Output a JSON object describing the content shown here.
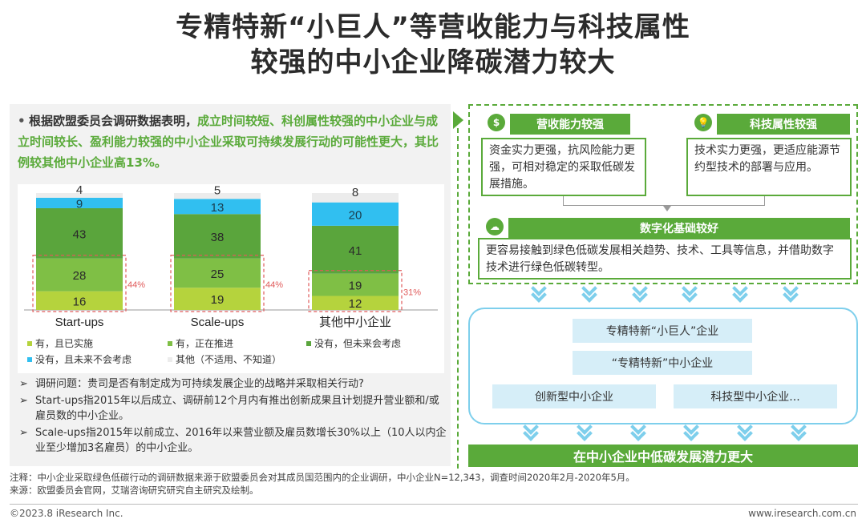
{
  "title": {
    "line1": "专精特新“小巨人”等营收能力与科技属性",
    "line2": "较强的中小企业降碳潜力较大"
  },
  "intro": {
    "bullet": "•",
    "plain": "根据欧盟委员会调研数据表明，",
    "highlight": "成立时间较短、科创属性较强的中小企业与成立时间较长、盈利能力较强的中小企业采取可持续发展行动的可能性更大，其比例较其他中小企业高13%。"
  },
  "chart_data": {
    "type": "bar",
    "stacked": true,
    "categories": [
      "Start-ups",
      "Scale-ups",
      "其他中小企业"
    ],
    "series": [
      {
        "name": "有，且已实施",
        "values": [
          16,
          19,
          12
        ],
        "color": "#b5d33d"
      },
      {
        "name": "有，正在推进",
        "values": [
          28,
          25,
          19
        ],
        "color": "#7fbf45"
      },
      {
        "name": "没有，但未来会考虑",
        "values": [
          43,
          38,
          41
        ],
        "color": "#5aa53c"
      },
      {
        "name": "没有，且未来不会考虑",
        "values": [
          9,
          13,
          20
        ],
        "color": "#31bff0"
      },
      {
        "name": "其他（不适用、不知道）",
        "values": [
          4,
          5,
          8
        ],
        "color": "#ececec"
      }
    ],
    "annotations": [
      "44%",
      "44%",
      "31%"
    ],
    "annotation_color": "#e05a5a",
    "ylim": [
      0,
      100
    ],
    "grid": false,
    "legend_position": "bottom"
  },
  "notes": {
    "arrow": "➢",
    "items": [
      "调研问题：贵司是否有制定成为可持续发展企业的战略并采取相关行动?",
      "Start-ups指2015年以后成立、调研前12个月内有推出创新成果且计划提升营业额和/或雇员数的中小企业。",
      "Scale-ups指2015年以前成立、2016年以来营业额及雇员数增长30%以上（10人以内企业至少增加3名雇员）的中小企业。"
    ]
  },
  "right": {
    "box1": {
      "icon": "money-bag-icon",
      "glyph": "$",
      "label": "营收能力较强",
      "text": "资金实力更强，抗风险能力更强，可相对稳定的采取低碳发展措施。"
    },
    "box2": {
      "icon": "lightbulb-icon",
      "glyph": "💡",
      "label": "科技属性较强",
      "text": "技术实力更强，更适应能源节约型技术的部署与应用。"
    },
    "box3": {
      "icon": "cloud-icon",
      "glyph": "☁",
      "label": "数字化基础较好",
      "text": "更容易接触到绿色低碳发展相关趋势、技术、工具等信息，并借助数字技术进行绿色低碳转型。"
    },
    "tiers": [
      "专精特新“小巨人”企业",
      "“专精特新”中小企业",
      "创新型中小企业",
      "科技型中小企业..."
    ],
    "conclusion": "在中小企业中低碳发展潜力更大",
    "colors": {
      "green": "#5aaa3a",
      "lightblue": "#7ecfec",
      "tierbg": "#d6eef8"
    }
  },
  "footnote": {
    "line1": "注释：中小企业采取绿色低碳行动的调研数据来源于欧盟委员会对其成员国范围内的企业调研，中小企业N=12,343，调查时间2020年2月-2020年5月。",
    "line2": "来源：欧盟委员会官网，艾瑞咨询研究研究自主研究及绘制。"
  },
  "footer": {
    "copyright": "©2023.8 iResearch Inc.",
    "site": "www.iresearch.com.cn"
  }
}
